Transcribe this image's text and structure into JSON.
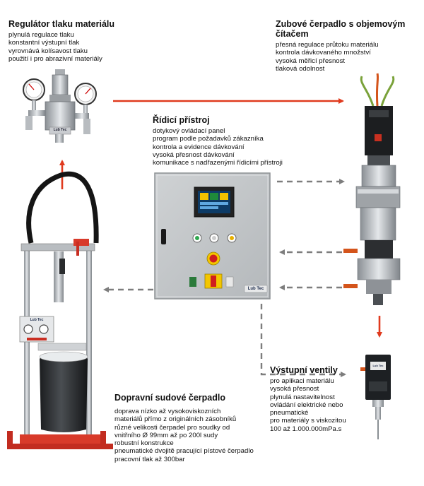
{
  "colors": {
    "accent_arrow": "#e03a1e",
    "dashed_arrow": "#7d7d7d"
  },
  "blocks": {
    "regulator": {
      "title": "Regulátor tlaku materiálu",
      "lines": [
        "plynulá regulace tlaku",
        "konstantní výstupní tlak",
        "vyrovnává kolísavost tlaku",
        "použití i pro abrazivní materiály"
      ]
    },
    "pump": {
      "title_line1": "Zubové čerpadlo s objemovým",
      "title_line2": "čítačem",
      "lines": [
        "přesná regulace průtoku materiálu",
        "kontrola dávkovaného množství",
        "vysoká měřicí přesnost",
        "tlaková odolnost"
      ]
    },
    "control": {
      "title": "Řídicí přístroj",
      "lines": [
        "dotykový ovládací panel",
        "program podle požadavků zákazníka",
        "kontrola a evidence dávkování",
        "vysoká přesnost dávkování",
        "komunikace s nadřazenými řídicími přístroji"
      ]
    },
    "valves": {
      "title": "Výstupní ventily",
      "lines": [
        "pro aplikaci materiálu",
        "vysoká přesnost",
        "plynulá nastavitelnost",
        "ovládání elektrické nebo",
        "pneumatické",
        "pro materiály s viskozitou",
        "100 až 1.000.000mPa.s"
      ]
    },
    "barrel": {
      "title": "Dopravní sudové čerpadlo",
      "lines": [
        "doprava nízko až vysokoviskozních",
        "materiálů přímo z originálních zásobníků",
        "různé velikosti čerpadel pro soudky od",
        "vnitřního Ø 99mm až po 200l sudy",
        "robustní konstrukce",
        "pneumatické dvojitě pracující pístové čerpadlo",
        "pracovní tlak až 300bar"
      ]
    }
  },
  "brand": {
    "logo_text": "Lub Tec"
  }
}
